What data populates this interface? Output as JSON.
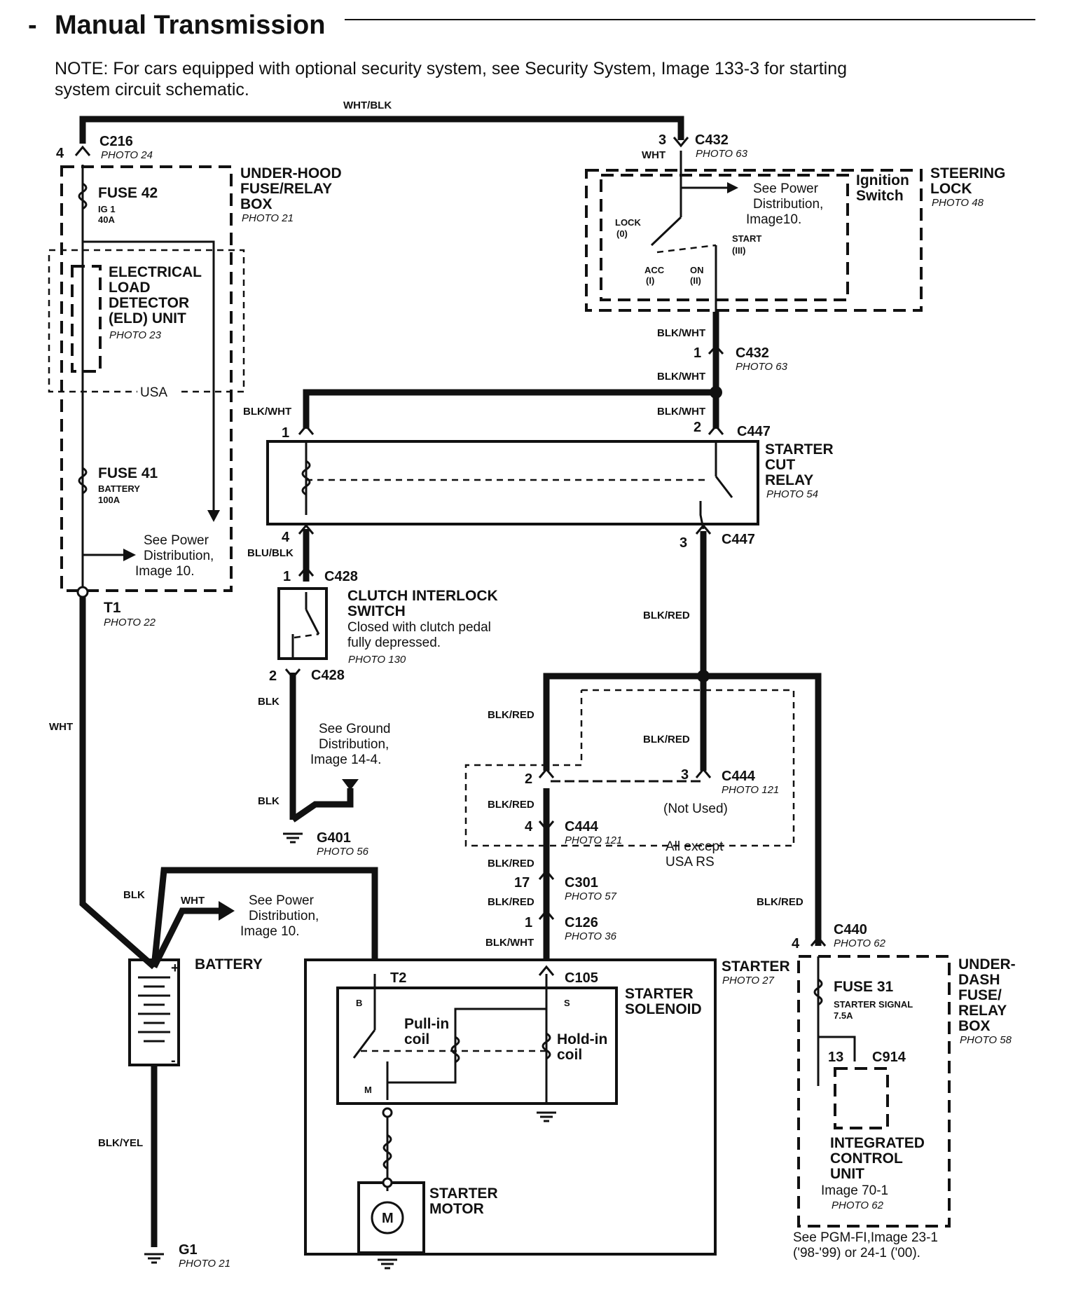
{
  "header": {
    "dash": "-",
    "title": "Manual Transmission",
    "note_line1": "NOTE: For cars equipped with optional security system, see Security System, Image 133-3 for starting",
    "note_line2": "system circuit schematic."
  },
  "wires": {
    "top": "WHT/BLK",
    "wht_c432": "WHT",
    "blkwht_a": "BLK/WHT",
    "blkwht_b": "BLK/WHT",
    "blkwht_left": "BLK/WHT",
    "blkwht_c": "BLK/WHT",
    "blublk": "BLU/BLK",
    "blkred_a": "BLK/RED",
    "blk_a": "BLK",
    "blk_b": "BLK",
    "wht_left": "WHT",
    "blkred_b": "BLK/RED",
    "blkred_c": "BLK/RED",
    "blkred_d": "BLK/RED",
    "blkred_e": "BLK/RED",
    "blkred_f": "BLK/RED",
    "blkred_g": "BLK/RED",
    "blkwht_d": "BLK/WHT",
    "blk_bat": "BLK",
    "wht_bat": "WHT",
    "blkyel": "BLK/YEL"
  },
  "connectors": {
    "c216": "C216",
    "c216_photo": "PHOTO 24",
    "c216_pin": "4",
    "c432_top": "C432",
    "c432_top_photo": "PHOTO 63",
    "c432_top_pin": "3",
    "c432_bot": "C432",
    "c432_bot_photo": "PHOTO 63",
    "c432_bot_pin": "1",
    "c447_top": "C447",
    "c447_pin1": "1",
    "c447_pin2": "2",
    "c447_bot": "C447",
    "c447_pin4": "4",
    "c447_pin3": "3",
    "c428_top": "C428",
    "c428_pin1": "1",
    "c428_bot": "C428",
    "c428_pin2": "2",
    "c444_top": "C444",
    "c444_top_photo": "PHOTO 121",
    "c444_pin2": "2",
    "c444_pin3": "3",
    "c444_bot": "C444",
    "c444_bot_photo": "PHOTO 121",
    "c444_pin4": "4",
    "c301": "C301",
    "c301_photo": "PHOTO 57",
    "c301_pin": "17",
    "c126": "C126",
    "c126_photo": "PHOTO 36",
    "c126_pin": "1",
    "c105": "C105",
    "c440": "C440",
    "c440_photo": "PHOTO 62",
    "c440_pin": "4",
    "c914": "C914",
    "c914_pin": "13",
    "t1": "T1",
    "t1_photo": "PHOTO 22",
    "t2": "T2"
  },
  "components": {
    "underhood_1": "UNDER-HOOD",
    "underhood_2": "FUSE/RELAY",
    "underhood_3": "BOX",
    "underhood_photo": "PHOTO 21",
    "fuse42": "FUSE 42",
    "fuse42_sub1": "IG 1",
    "fuse42_sub2": "40A",
    "eld_1": "ELECTRICAL",
    "eld_2": "LOAD",
    "eld_3": "DETECTOR",
    "eld_4": "(ELD) UNIT",
    "eld_photo": "PHOTO 23",
    "usa": "USA",
    "fuse41": "FUSE 41",
    "fuse41_sub1": "BATTERY",
    "fuse41_sub2": "100A",
    "spd_a1": "See Power",
    "spd_a2": "Distribution,",
    "spd_a3": "Image 10.",
    "steer_1": "STEERING",
    "steer_2": "LOCK",
    "steer_photo": "PHOTO 48",
    "ign_1": "Ignition",
    "ign_2": "Switch",
    "spd_b1": "See Power",
    "spd_b2": "Distribution,",
    "spd_b3": "Image10.",
    "lock_1": "LOCK",
    "lock_2": "(0)",
    "acc_1": "ACC",
    "acc_2": "(I)",
    "on_1": "ON",
    "on_2": "(II)",
    "start_1": "START",
    "start_2": "(III)",
    "scr_1": "STARTER",
    "scr_2": "CUT",
    "scr_3": "RELAY",
    "scr_photo": "PHOTO 54",
    "cis_1": "CLUTCH INTERLOCK",
    "cis_2": "SWITCH",
    "cis_3": "Closed with clutch pedal",
    "cis_4": "fully depressed.",
    "cis_photo": "PHOTO 130",
    "sgd_1": "See Ground",
    "sgd_2": "Distribution,",
    "sgd_3": "Image 14-4.",
    "g401": "G401",
    "g401_photo": "PHOTO 56",
    "not_used": "(Not Used)",
    "allexcept_1": "All except",
    "allexcept_2": "USA RS",
    "spd_c1": "See Power",
    "spd_c2": "Distribution,",
    "spd_c3": "Image 10.",
    "battery": "BATTERY",
    "plus": "+",
    "minus": "-",
    "starter": "STARTER",
    "starter_photo": "PHOTO 27",
    "solenoid_1": "STARTER",
    "solenoid_2": "SOLENOID",
    "pullin_1": "Pull-in",
    "pullin_2": "coil",
    "holdin_1": "Hold-in",
    "holdin_2": "coil",
    "term_b": "B",
    "term_s": "S",
    "term_m": "M",
    "motor_1": "STARTER",
    "motor_2": "MOTOR",
    "motor_m": "M",
    "g1": "G1",
    "g1_photo": "PHOTO 21",
    "underdash_1": "UNDER-",
    "underdash_2": "DASH",
    "underdash_3": "FUSE/",
    "underdash_4": "RELAY",
    "underdash_5": "BOX",
    "underdash_photo": "PHOTO 58",
    "fuse31": "FUSE 31",
    "fuse31_sub1": "STARTER SIGNAL",
    "fuse31_sub2": "7.5A",
    "icu_1": "INTEGRATED",
    "icu_2": "CONTROL",
    "icu_3": "UNIT",
    "icu_4": "Image 70-1",
    "icu_photo": "PHOTO 62",
    "pgm_1": "See PGM-FI,Image 23-1",
    "pgm_2": "('98-'99) or 24-1 ('00)."
  }
}
